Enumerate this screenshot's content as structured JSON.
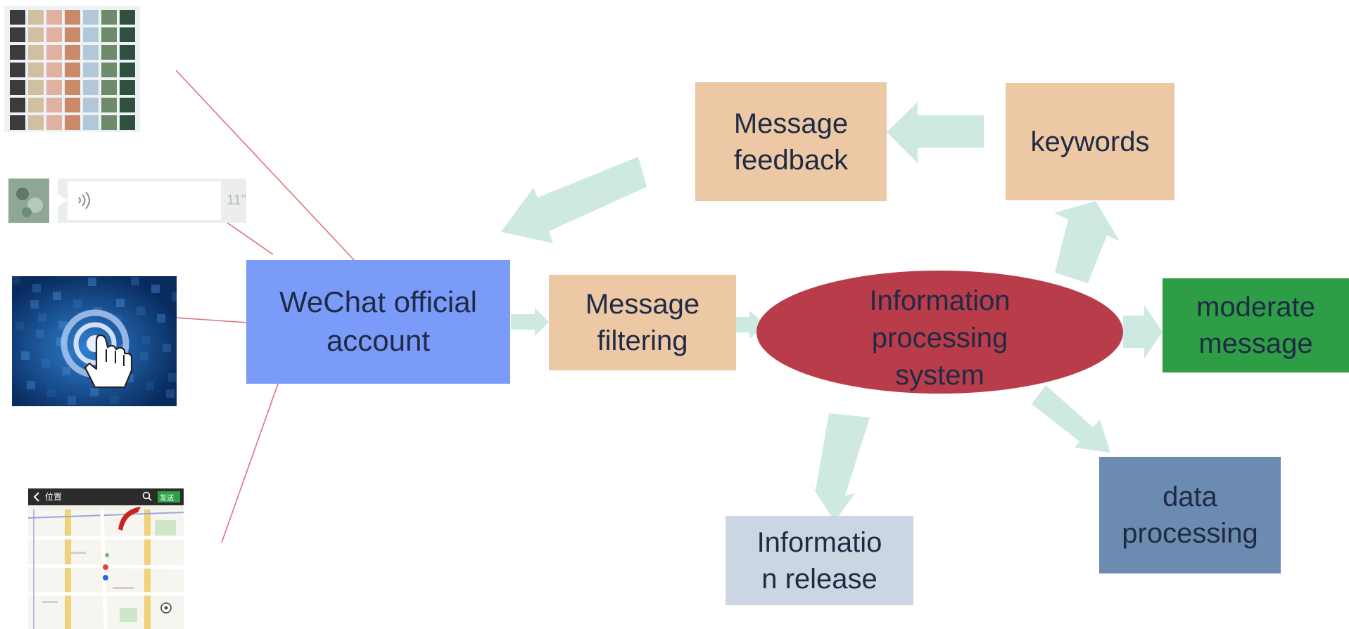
{
  "colors": {
    "connector_line": "#d9767b",
    "arrow_fill": "#cde9e1",
    "peach_box": "#edc8a5",
    "wechat_box": "#7b9bf9",
    "ellipse_fill": "#b93c4a",
    "green_box": "#2e9e46",
    "steel_box": "#6c8bb0",
    "pale_box": "#cbd6e2"
  },
  "nodes": {
    "wechat": {
      "label": "WeChat official account"
    },
    "filter": {
      "label": "Message filtering"
    },
    "ips": {
      "line1": "Information",
      "line2": "processing",
      "line3": "system"
    },
    "feedback": {
      "label": "Message feedback"
    },
    "keywords": {
      "label": "keywords"
    },
    "moderate": {
      "label": "moderate message"
    },
    "dataproc": {
      "line1": "data",
      "line2": "processing"
    },
    "release": {
      "line1": "Informatio",
      "line2": "n release"
    }
  },
  "input_thumbnails": {
    "voice_bar": {
      "duration": "11\""
    },
    "map": {
      "title": "位置",
      "action": "发送"
    }
  },
  "icons": [
    "avatar-grid-icon",
    "voice-message-icon",
    "touch-hand-icon",
    "map-location-icon",
    "sound-wave-icon",
    "search-icon",
    "back-chevron-icon",
    "locate-target-icon"
  ]
}
